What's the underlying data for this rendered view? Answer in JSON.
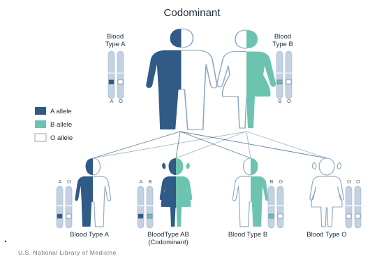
{
  "title": "Codominant",
  "colors": {
    "a_allele": "#2f5b86",
    "b_allele": "#6cc4b0",
    "o_allele": "#ffffff",
    "chromosome": "#c2d2e2",
    "line": "#9aa6b2"
  },
  "parents": [
    {
      "label_line1": "Blood",
      "label_line2": "Type A",
      "alleles": [
        "A",
        "O"
      ]
    },
    {
      "label_line1": "Blood",
      "label_line2": "Type B",
      "alleles": [
        "B",
        "O"
      ]
    }
  ],
  "legend": [
    {
      "label": "A allele",
      "swatch": "a_allele"
    },
    {
      "label": "B allele",
      "swatch": "b_allele"
    },
    {
      "label": "O allele",
      "swatch": "o_allele"
    }
  ],
  "children": [
    {
      "label": "Blood Type A",
      "label2": "",
      "alleles": [
        "A",
        "O"
      ]
    },
    {
      "label": "BloodType AB",
      "label2": "(Codominant)",
      "alleles": [
        "A",
        "B"
      ]
    },
    {
      "label": "Blood Type B",
      "label2": "",
      "alleles": [
        "B",
        "O"
      ]
    },
    {
      "label": "Blood Type O",
      "label2": "",
      "alleles": [
        "O",
        "O"
      ]
    }
  ],
  "footer": {
    "bullet": ".",
    "credit": "U.S. National Library of Medicine"
  }
}
